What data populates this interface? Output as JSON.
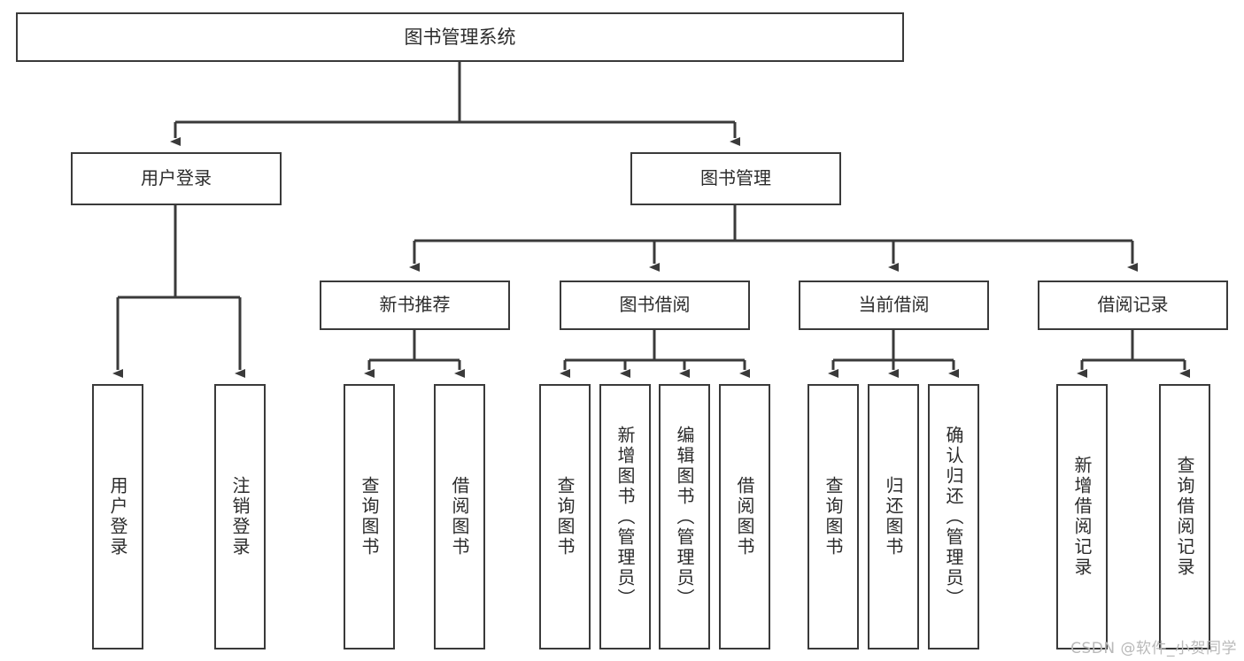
{
  "diagram": {
    "title": "图书管理系统",
    "type": "function-tree",
    "root": {
      "id": "root",
      "label": "图书管理系统"
    },
    "level1": [
      {
        "id": "user-login",
        "label": "用户登录"
      },
      {
        "id": "book-manage",
        "label": "图书管理"
      }
    ],
    "level2": [
      {
        "id": "new-book-recommend",
        "label": "新书推荐",
        "parent": "book-manage"
      },
      {
        "id": "book-borrow",
        "label": "图书借阅",
        "parent": "book-manage"
      },
      {
        "id": "current-borrow",
        "label": "当前借阅",
        "parent": "book-manage"
      },
      {
        "id": "borrow-record",
        "label": "借阅记录",
        "parent": "book-manage"
      }
    ],
    "leaves": [
      {
        "id": "leaf-user-login",
        "label": "用户登录",
        "parent": "user-login"
      },
      {
        "id": "leaf-logout",
        "label": "注销登录",
        "parent": "user-login"
      },
      {
        "id": "leaf-query-book-1",
        "label": "查询图书",
        "parent": "new-book-recommend"
      },
      {
        "id": "leaf-borrow-book-1",
        "label": "借阅图书",
        "parent": "new-book-recommend"
      },
      {
        "id": "leaf-query-book-2",
        "label": "查询图书",
        "parent": "book-borrow"
      },
      {
        "id": "leaf-add-book",
        "label": "新增图书（管理员）",
        "parent": "book-borrow"
      },
      {
        "id": "leaf-edit-book",
        "label": "编辑图书（管理员）",
        "parent": "book-borrow"
      },
      {
        "id": "leaf-borrow-book-2",
        "label": "借阅图书",
        "parent": "book-borrow"
      },
      {
        "id": "leaf-query-book-3",
        "label": "查询图书",
        "parent": "current-borrow"
      },
      {
        "id": "leaf-return-book",
        "label": "归还图书",
        "parent": "current-borrow"
      },
      {
        "id": "leaf-confirm-return",
        "label": "确认归还（管理员）",
        "parent": "current-borrow"
      },
      {
        "id": "leaf-add-record",
        "label": "新增借阅记录",
        "parent": "borrow-record"
      },
      {
        "id": "leaf-query-record",
        "label": "查询借阅记录",
        "parent": "borrow-record"
      }
    ],
    "watermark": "CSDN @软件_小贺同学",
    "colors": {
      "border": "#3a3a3a",
      "text": "#2b2b2b",
      "background": "#ffffff",
      "connector": "#3a3a3a",
      "watermark": "#b9b9b9"
    }
  }
}
